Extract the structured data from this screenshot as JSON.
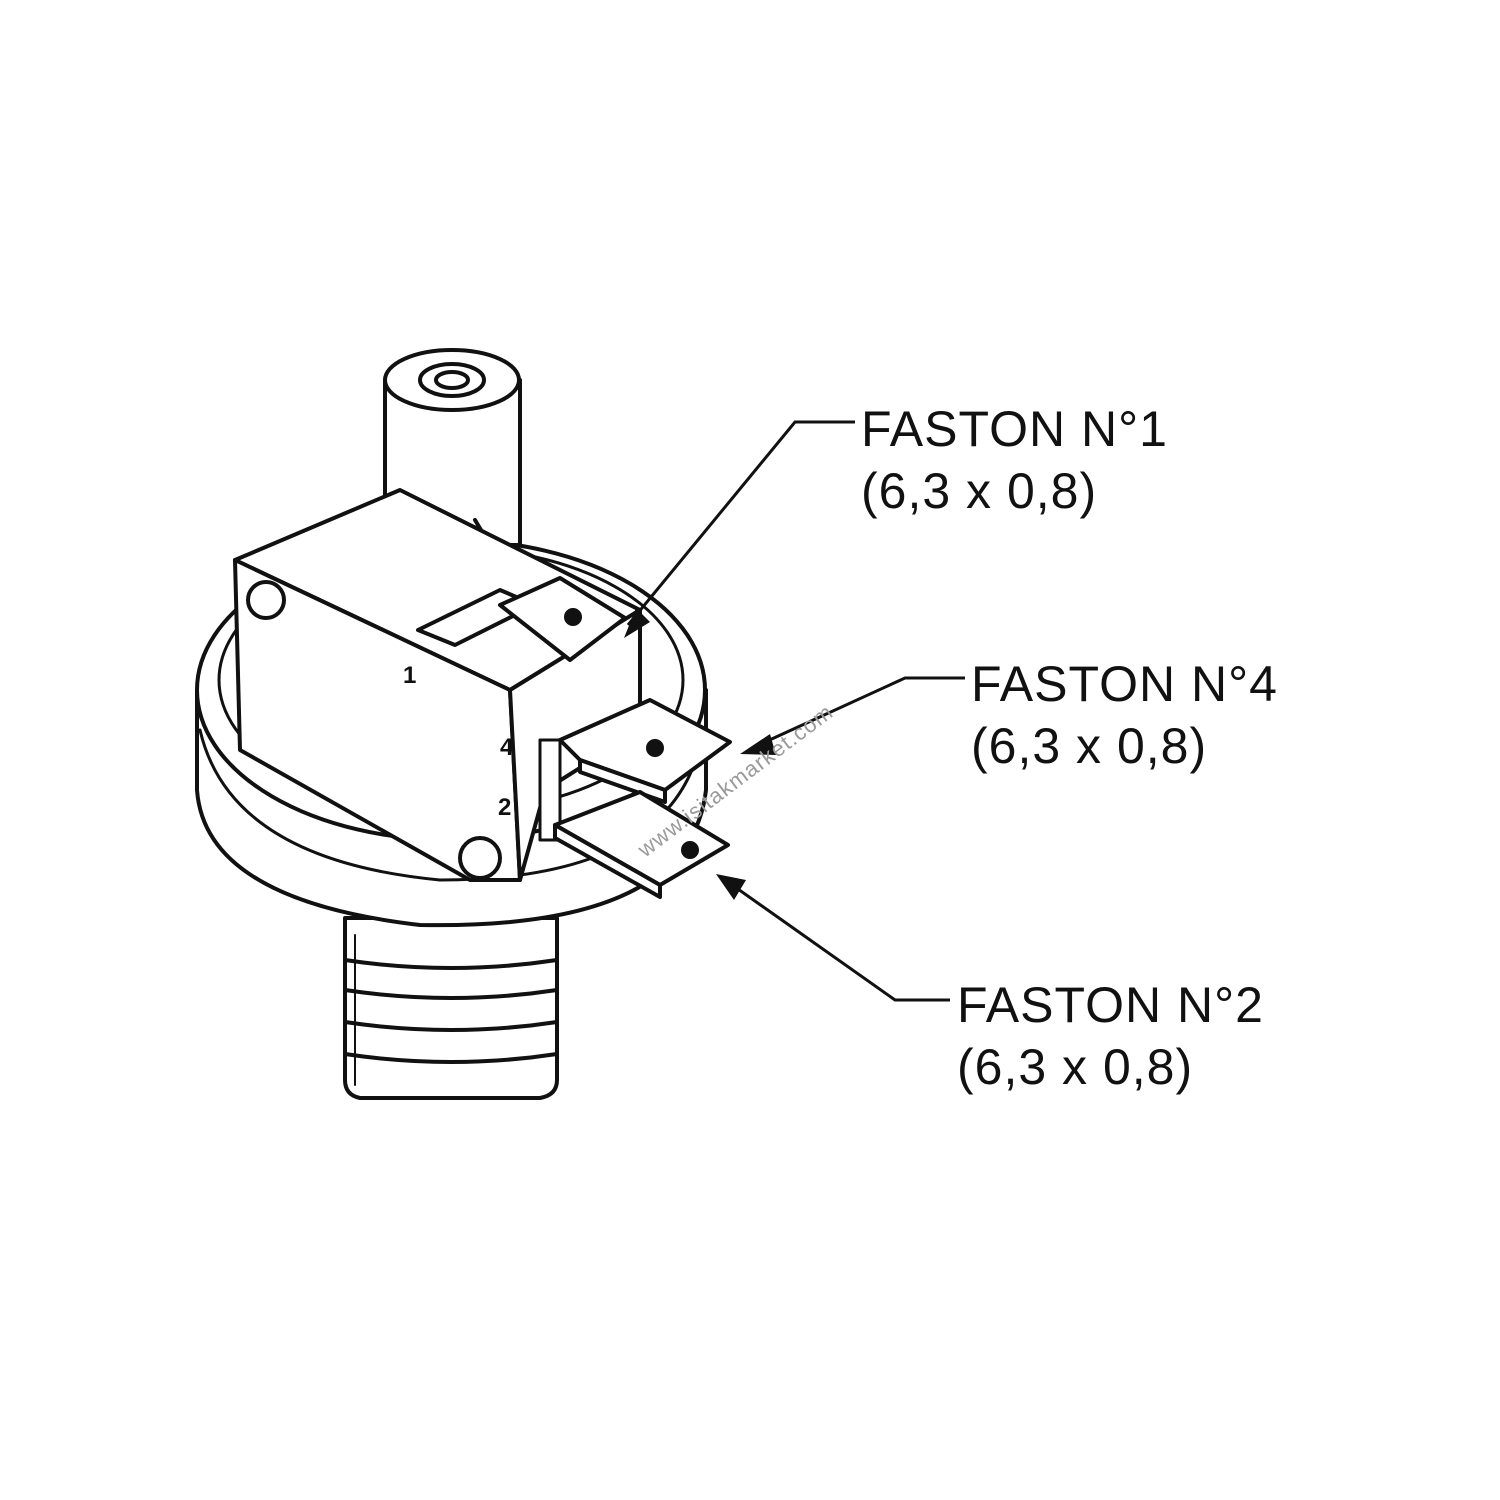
{
  "callouts": [
    {
      "id": "faston-1",
      "name": "FASTON N°1",
      "size": "(6,3 x 0,8)"
    },
    {
      "id": "faston-4",
      "name": "FASTON N°4",
      "size": "(6,3 x 0,8)"
    },
    {
      "id": "faston-2",
      "name": "FASTON N°2",
      "size": "(6,3 x 0,8)"
    }
  ],
  "pin_labels": [
    "1",
    "4",
    "2"
  ],
  "watermark": "www.isitakmarket.com",
  "colors": {
    "line": "#111111",
    "background": "#ffffff",
    "watermark": "#9a9a9a"
  }
}
